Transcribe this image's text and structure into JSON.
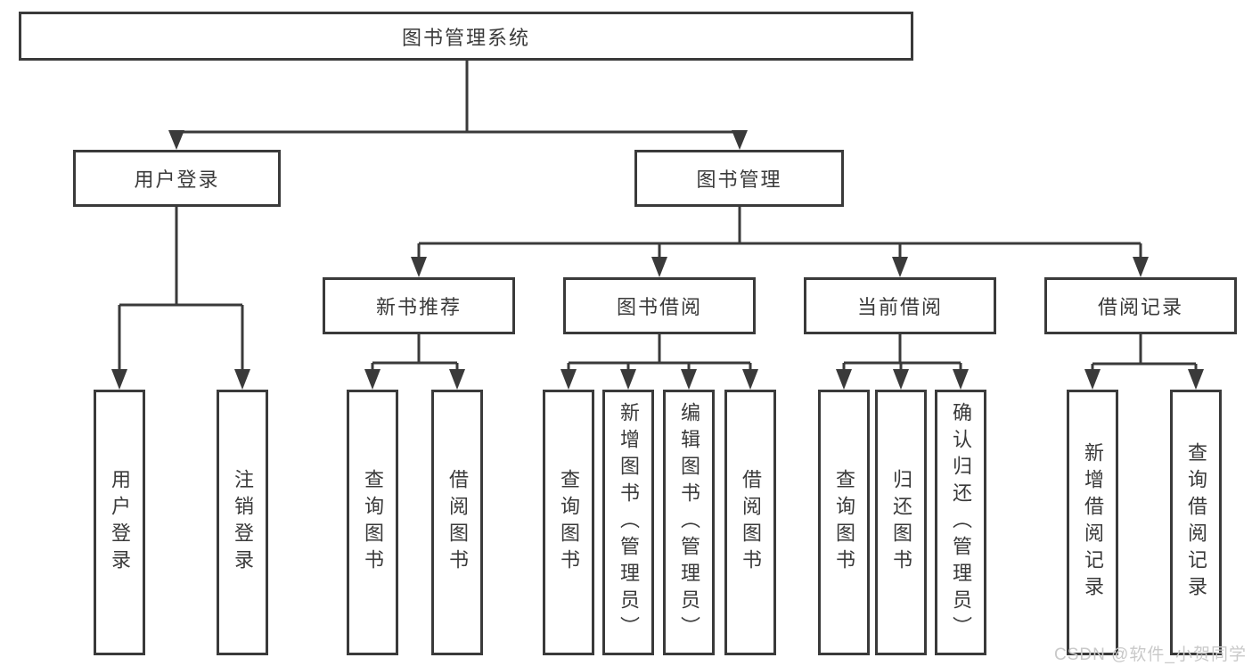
{
  "diagram": {
    "root": {
      "label": "图书管理系统"
    },
    "branches": [
      {
        "label": "用户登录",
        "children": [
          {
            "label": "用户登录"
          },
          {
            "label": "注销登录"
          }
        ]
      },
      {
        "label": "图书管理",
        "children": [
          {
            "label": "新书推荐",
            "children": [
              {
                "label": "查询图书"
              },
              {
                "label": "借阅图书"
              }
            ]
          },
          {
            "label": "图书借阅",
            "children": [
              {
                "label": "查询图书"
              },
              {
                "label": "新增图书（管理员）"
              },
              {
                "label": "编辑图书（管理员）"
              },
              {
                "label": "借阅图书"
              }
            ]
          },
          {
            "label": "当前借阅",
            "children": [
              {
                "label": "查询图书"
              },
              {
                "label": "归还图书"
              },
              {
                "label": "确认归还（管理员）"
              }
            ]
          },
          {
            "label": "借阅记录",
            "children": [
              {
                "label": "新增借阅记录"
              },
              {
                "label": "查询借阅记录"
              }
            ]
          }
        ]
      }
    ]
  },
  "watermark": {
    "text": "CSDN @软件_小贺同学"
  },
  "colors": {
    "line": "#3a3a3a",
    "text": "#3a3a3a",
    "watermark": "#c9c9c9",
    "background": "#ffffff"
  }
}
